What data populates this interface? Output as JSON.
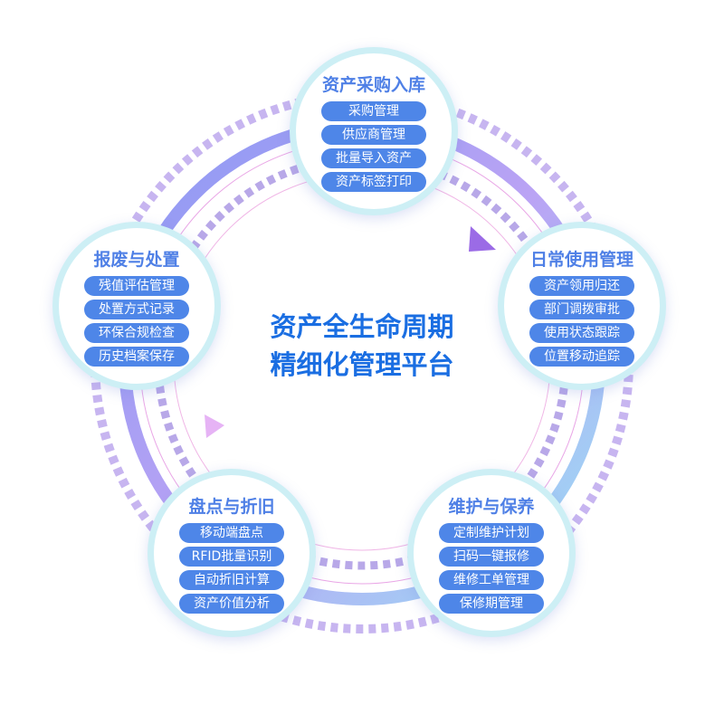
{
  "center_title": {
    "line1": "资产全生命周期",
    "line2": "精细化管理平台"
  },
  "nodes": [
    {
      "title": "资产采购入库",
      "items": [
        "采购管理",
        "供应商管理",
        "批量导入资产",
        "资产标签打印"
      ]
    },
    {
      "title": "日常使用管理",
      "items": [
        "资产领用归还",
        "部门调拨审批",
        "使用状态跟踪",
        "位置移动追踪"
      ]
    },
    {
      "title": "维护与保养",
      "items": [
        "定制维护计划",
        "扫码一键报修",
        "维修工单管理",
        "保修期管理"
      ]
    },
    {
      "title": "盘点与折旧",
      "items": [
        "移动端盘点",
        "RFID批量识别",
        "自动折旧计算",
        "资产价值分析"
      ]
    },
    {
      "title": "报废与处置",
      "items": [
        "残值评估管理",
        "处置方式记录",
        "环保合规检查",
        "历史档案保存"
      ]
    }
  ],
  "colors": {
    "accent": "#4e86e8",
    "title": "#1a6ee2"
  }
}
